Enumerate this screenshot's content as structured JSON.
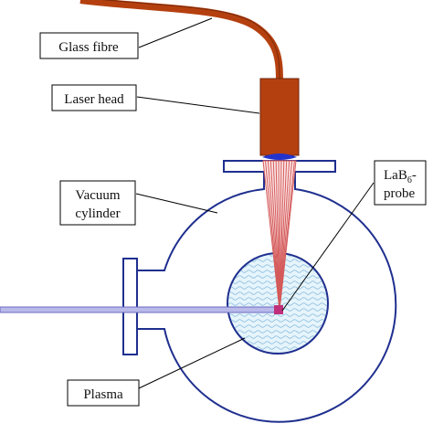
{
  "labels": {
    "glass_fibre": "Glass fibre",
    "laser_head": "Laser head",
    "vacuum_line1": "Vacuum",
    "vacuum_line2": "cylinder",
    "lab6_line1_main": "LaB",
    "lab6_line1_sub": "6",
    "lab6_line1_end": "-",
    "lab6_line2": "probe",
    "plasma": "Plasma"
  },
  "colors": {
    "fibre": "#b5400f",
    "laser_head": "#b5400f",
    "vessel": "#1f2f8f",
    "beam_stripes": "#d45a5a",
    "lens": "#2233cc",
    "plasma_fill": "#d9eef9",
    "plasma_texture": "#7fb8dc",
    "probe_rod": "#8f8fd8",
    "probe_tip": "#c0307a"
  }
}
